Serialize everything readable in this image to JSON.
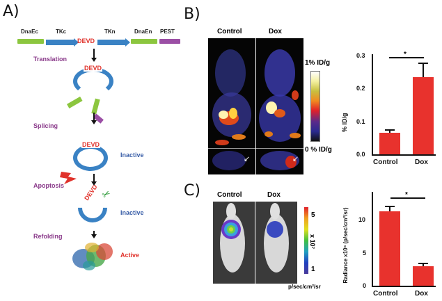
{
  "panels": {
    "A": {
      "letter": "A)",
      "construct_segments": [
        {
          "label": "DnaEc",
          "color": "#8cc63f"
        },
        {
          "label": "TKc",
          "color": "#3a82c4"
        },
        {
          "label": "TKn",
          "color": "#3a82c4"
        },
        {
          "label": "DnaEn",
          "color": "#8cc63f"
        },
        {
          "label": "PEST",
          "color": "#9b4fa5"
        }
      ],
      "cleavage_site": "DEVD",
      "steps": [
        "Translation",
        "Splicing",
        "Apoptosis",
        "Refolding"
      ],
      "states": {
        "inactive1": "Inactive",
        "inactive2": "Inactive",
        "active": "Active"
      },
      "colors": {
        "step": "#8a3a8a",
        "inactive": "#3a5fa8",
        "active": "#e0322b",
        "devd": "#e0322b"
      }
    },
    "B": {
      "letter": "B)",
      "image_labels": [
        "Control",
        "Dox"
      ],
      "colorbar": {
        "max_label": "1% ID/g",
        "min_label": "0 % ID/g"
      }
    },
    "C": {
      "letter": "C)",
      "image_labels": [
        "Control",
        "Dox"
      ],
      "colorbar": {
        "max_label": "5",
        "min_label": "1",
        "scale_label": "x 10⁷",
        "unit_label": "p/sec/cm²/sr"
      }
    }
  },
  "chart_data": [
    {
      "type": "bar",
      "panel": "B",
      "categories": [
        "Control",
        "Dox"
      ],
      "values": [
        0.065,
        0.23
      ],
      "errors": [
        0.007,
        0.045
      ],
      "title": "",
      "xlabel": "",
      "ylabel": "% ID/g",
      "ylim": [
        0,
        0.3
      ],
      "yticks": [
        "0.0",
        "0.1",
        "0.2",
        "0.3"
      ],
      "significance": "*",
      "bar_color": "#e8322d",
      "grid": false
    },
    {
      "type": "bar",
      "panel": "C",
      "categories": [
        "Control",
        "Dox"
      ],
      "values": [
        11.3,
        3.0
      ],
      "errors": [
        0.8,
        0.5
      ],
      "title": "",
      "xlabel": "",
      "ylabel": "Radiance x10⁶ (p/sec/cm²/sr)",
      "ylim": [
        0,
        14
      ],
      "yticks": [
        "0",
        "5",
        "10"
      ],
      "significance": "*",
      "bar_color": "#e8322d",
      "grid": false
    }
  ]
}
